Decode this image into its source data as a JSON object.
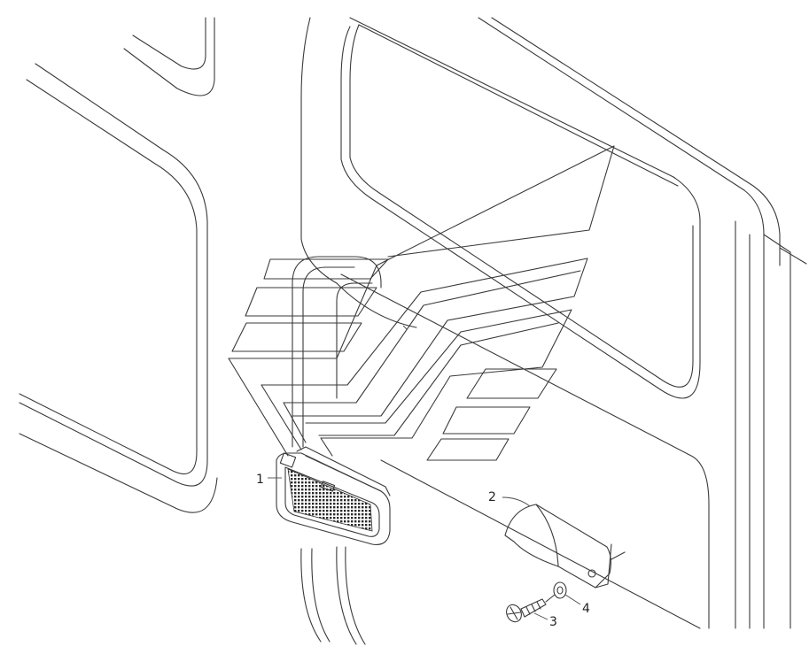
{
  "callouts": [
    {
      "id": "1",
      "label": "1"
    },
    {
      "id": "2",
      "label": "2"
    },
    {
      "id": "3",
      "label": "3"
    },
    {
      "id": "4",
      "label": "4"
    }
  ],
  "colors": {
    "line": "#3a3a3a",
    "background": "#ffffff"
  }
}
